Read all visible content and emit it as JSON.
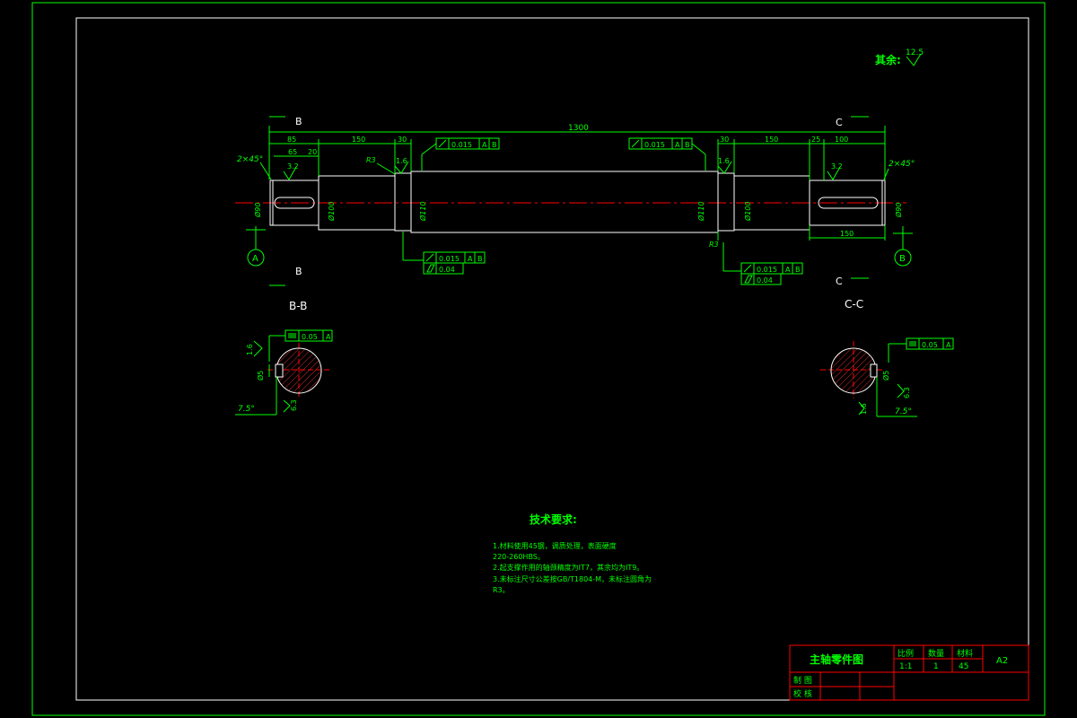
{
  "colors": {
    "background": "#000000",
    "dimension": "#00ff00",
    "outline": "#ffffff",
    "centerline": "#ff0000"
  },
  "roughness_other": {
    "label": "其余:",
    "value": "12.5"
  },
  "section_labels": {
    "b_top": "B",
    "b_bottom": "B",
    "c_top": "C",
    "c_bottom": "C",
    "view_bb": "B-B",
    "view_cc": "C-C"
  },
  "datums": {
    "a": "A",
    "b": "B"
  },
  "dims": {
    "overall": "1300",
    "l_85": "85",
    "l_65": "65",
    "l_20": "20",
    "l_150": "150",
    "l_30": "30",
    "r_30": "30",
    "r_150": "150",
    "r_25": "25",
    "r_100": "100",
    "r_150b": "150",
    "chamfer_left": "2×45°",
    "chamfer_right": "2×45°",
    "r3_left": "R3",
    "r3_right": "R3",
    "dia_left_end": "Ø90",
    "dia_left_step": "Ø100",
    "dia_left_brg": "Ø110",
    "dia_right_brg": "Ø110",
    "dia_right_step": "Ø100",
    "dia_right_end": "Ø90",
    "rough_key_left": "3.2",
    "rough_key_right": "3.2",
    "rough_brg_left": "1.6",
    "rough_brg_right": "1.6"
  },
  "tolerance_frames": {
    "top_left": [
      "0.015",
      "A",
      "B"
    ],
    "top_right": [
      "0.015",
      "A",
      "B"
    ],
    "bottom_left_runout": [
      "0.015",
      "A",
      "B"
    ],
    "bottom_left_cyl": [
      "0.04"
    ],
    "bottom_right_runout": [
      "0.015",
      "A",
      "B"
    ],
    "bottom_right_cyl": [
      "0.04"
    ],
    "section_bb": [
      "0.05",
      "A"
    ],
    "section_cc": [
      "0.05",
      "A"
    ]
  },
  "section_dims": {
    "bb_rough_top": "1.6",
    "bb_key_depth": "Ø5",
    "bb_angle": "7.5°",
    "bb_rough_bottom": "6.3",
    "cc_key_depth": "Ø5",
    "cc_rough_right": "6.3",
    "cc_rough_bottom": "1.6",
    "cc_angle": "7.5°"
  },
  "tech_requirements": {
    "title": "技术要求:",
    "lines": [
      "1.材料使用45钢，调质处理，表面硬度",
      "220-260HBS。",
      "2.起支撑作用的轴颈精度为IT7，其余均为IT9。",
      "3.未标注尺寸公差按GB/T1804-M，未标注圆角为",
      "R3。"
    ]
  },
  "title_block": {
    "drawing_name": "主轴零件图",
    "scale_label": "比例",
    "qty_label": "数量",
    "material_label": "材料",
    "scale_value": "1:1",
    "qty_value": "1",
    "material_value": "45",
    "sheet_size": "A2",
    "drawn_label": "制 图",
    "checked_label": "校 核"
  }
}
